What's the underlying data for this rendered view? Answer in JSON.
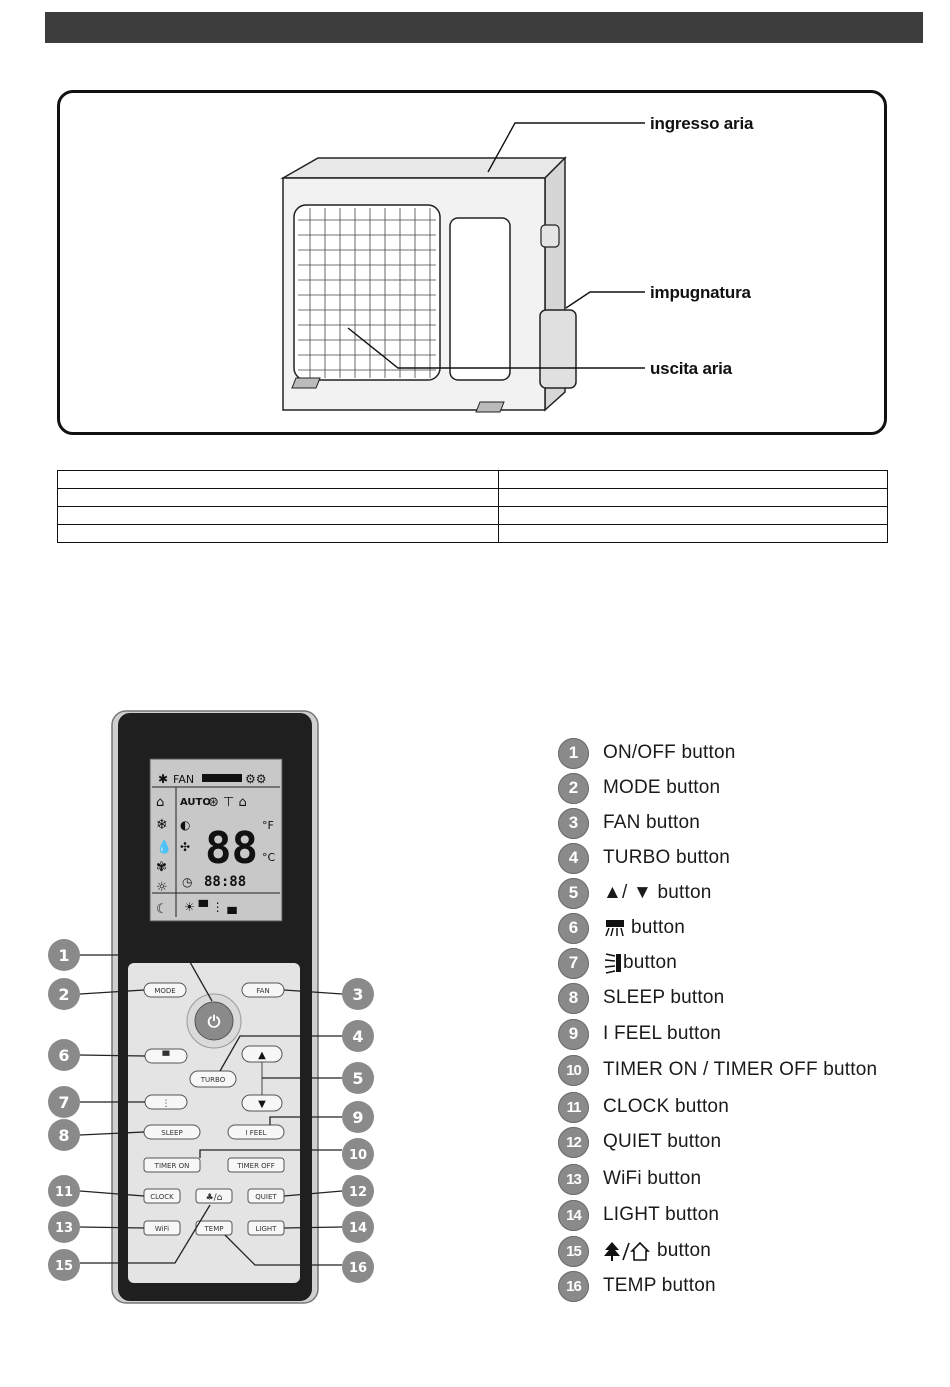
{
  "outdoor_unit": {
    "labels": {
      "air_inlet": "ingresso aria",
      "handle": "impugnatura",
      "air_outlet": "uscita aria"
    }
  },
  "spec_table": {
    "rows": [
      [
        "",
        ""
      ],
      [
        "",
        ""
      ],
      [
        "",
        ""
      ],
      [
        "",
        ""
      ]
    ]
  },
  "remote": {
    "lcd": {
      "fan_label": "FAN",
      "auto_label": "AUTO",
      "digits": "88",
      "timer_digits": "88:88",
      "unit_f": "°F",
      "unit_c": "°C"
    },
    "buttons": {
      "mode": "MODE",
      "fan": "FAN",
      "turbo": "TURBO",
      "sleep": "SLEEP",
      "ifeel": "I FEEL",
      "timer_on": "TIMER ON",
      "timer_off": "TIMER OFF",
      "clock": "CLOCK",
      "quiet": "QUIET",
      "wifi": "WiFi",
      "temp": "TEMP",
      "light": "LIGHT"
    },
    "callout_numbers": [
      "1",
      "2",
      "3",
      "4",
      "5",
      "6",
      "7",
      "8",
      "9",
      "10",
      "11",
      "12",
      "13",
      "14",
      "15",
      "16"
    ]
  },
  "legend": {
    "items": [
      {
        "num": "1",
        "label": "ON/OFF button"
      },
      {
        "num": "2",
        "label": "MODE button"
      },
      {
        "num": "3",
        "label": "FAN button"
      },
      {
        "num": "4",
        "label": "TURBO button"
      },
      {
        "num": "5",
        "label": "▲/ ▼ button"
      },
      {
        "num": "6",
        "label": "button",
        "icon": "swing-icon"
      },
      {
        "num": "7",
        "label": "button",
        "icon": "vertical-swing-icon"
      },
      {
        "num": "8",
        "label": "SLEEP button"
      },
      {
        "num": "9",
        "label": "I FEEL button"
      },
      {
        "num": "10",
        "label": "TIMER ON / TIMER OFF button"
      },
      {
        "num": "11",
        "label": "CLOCK button"
      },
      {
        "num": "12",
        "label": "QUIET button"
      },
      {
        "num": "13",
        "label": "WiFi button"
      },
      {
        "num": "14",
        "label": "LIGHT button"
      },
      {
        "num": "15",
        "label": "button",
        "icon": "tree-house-icon"
      },
      {
        "num": "16",
        "label": "TEMP button"
      }
    ]
  }
}
